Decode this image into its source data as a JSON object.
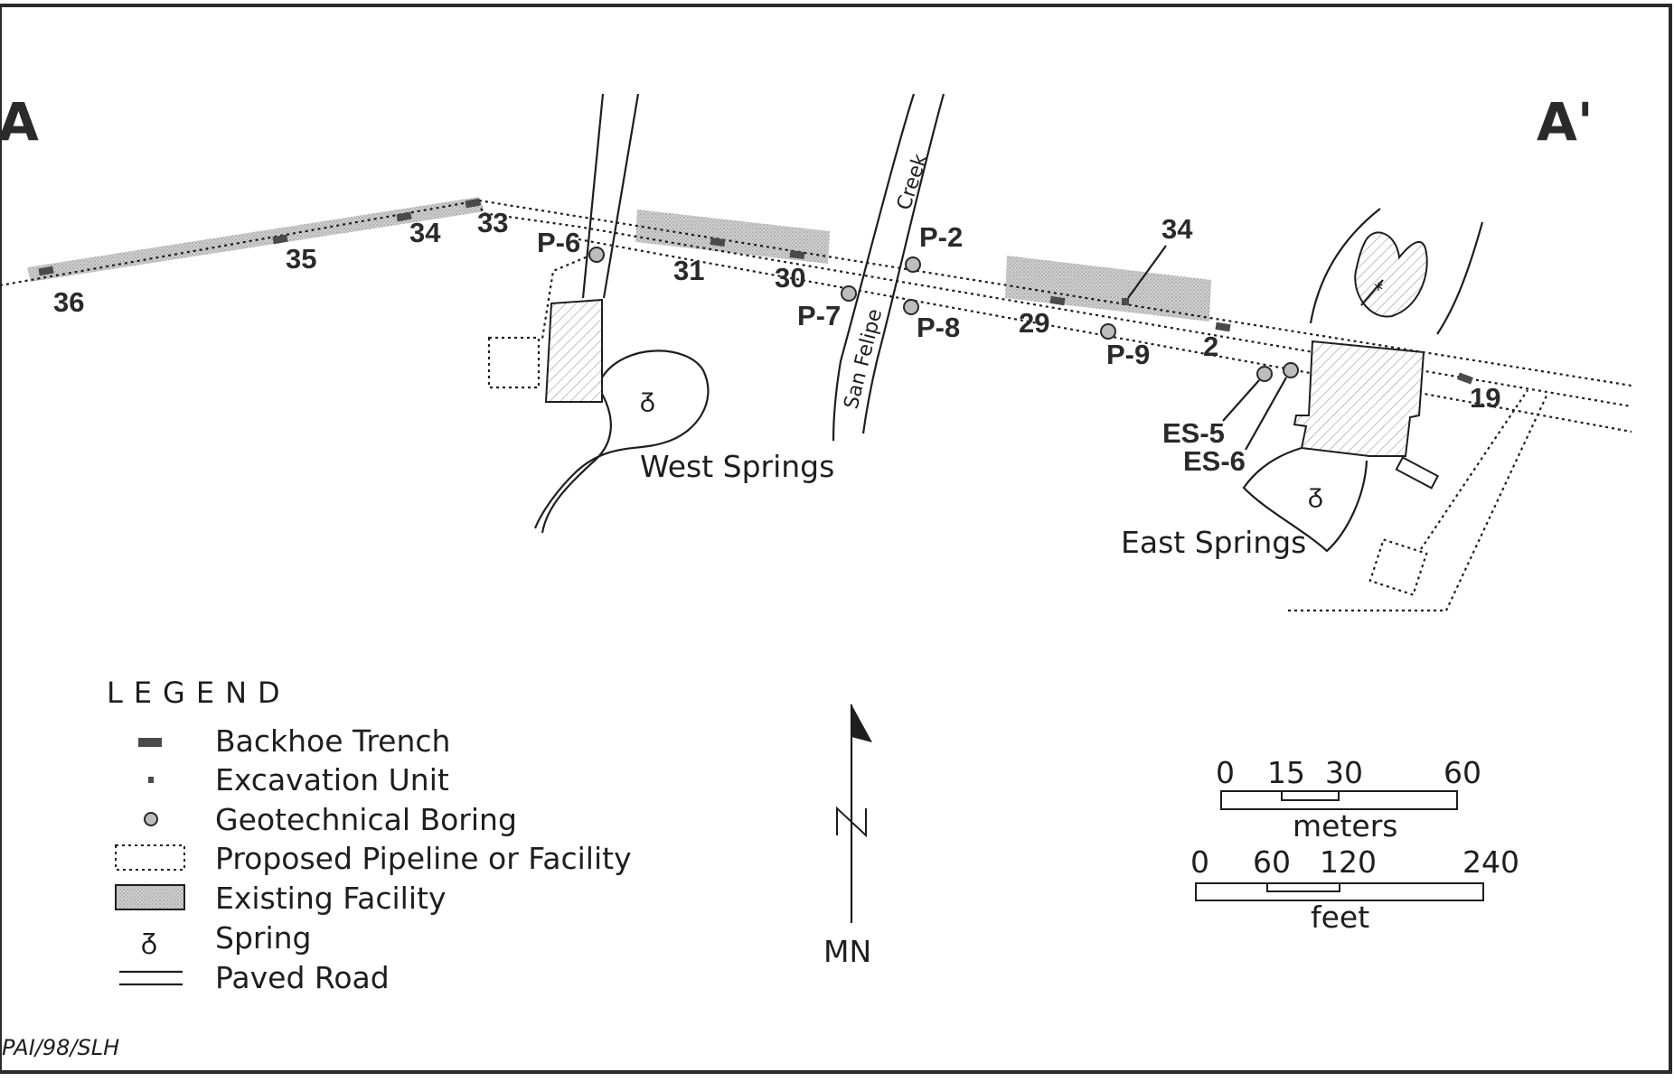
{
  "section_labels": {
    "start": "A",
    "end": "A'"
  },
  "trench_labels": [
    "36",
    "35",
    "34",
    "33",
    "31",
    "30",
    "29",
    "34",
    "2",
    "19"
  ],
  "boring_labels": [
    "P-6",
    "P-2",
    "P-7",
    "P-8",
    "P-9",
    "ES-5",
    "ES-6"
  ],
  "place_labels": {
    "west_springs": "West Springs",
    "east_springs": "East Springs"
  },
  "creek_name": {
    "part1": "San Felipe",
    "part2": "Creek"
  },
  "legend": {
    "title": "LEGEND",
    "items": [
      {
        "label": "Backhoe Trench",
        "icon": "trench-symbol"
      },
      {
        "label": "Excavation Unit",
        "icon": "excavation-unit-symbol"
      },
      {
        "label": "Geotechnical Boring",
        "icon": "boring-symbol"
      },
      {
        "label": "Proposed Pipeline or Facility",
        "icon": "dotted-box-symbol"
      },
      {
        "label": "Existing Facility",
        "icon": "stippled-box-symbol"
      },
      {
        "label": "Spring",
        "icon": "spring-symbol"
      },
      {
        "label": "Paved Road",
        "icon": "double-line-symbol"
      }
    ]
  },
  "north_arrow": {
    "letter": "N",
    "label": "MN"
  },
  "scale_bar": {
    "meters": {
      "ticks": [
        "0",
        "15",
        "30",
        "60"
      ],
      "unit": "meters"
    },
    "feet": {
      "ticks": [
        "0",
        "60",
        "120",
        "240"
      ],
      "unit": "feet"
    }
  },
  "credit": "PAI/98/SLH",
  "colors": {
    "ink": "#1e1e1e",
    "stipple": "#b5b5b5",
    "trench": "#4a4a4a",
    "background": "#ffffff"
  }
}
